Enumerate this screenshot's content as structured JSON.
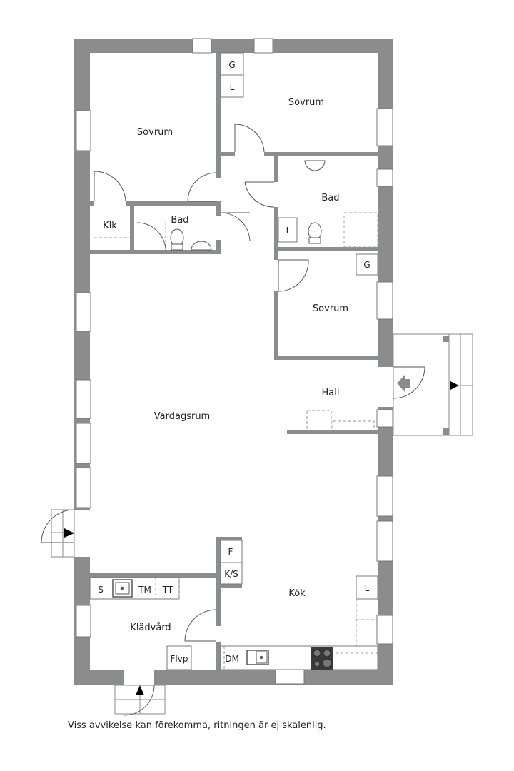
{
  "floorplan": {
    "colors": {
      "wall": "#8a8c8e",
      "line": "#555555",
      "dash": "#9a9a9a",
      "stove": "#3a3a3a"
    },
    "rooms": {
      "sovrum_nw": "Sovrum",
      "sovrum_ne": "Sovrum",
      "sovrum_e": "Sovrum",
      "klk": "Klk",
      "bad_small": "Bad",
      "bad_large": "Bad",
      "hall": "Hall",
      "vardagsrum": "Vardagsrum",
      "kok": "Kök",
      "kladvard": "Klädvård"
    },
    "fixtures": {
      "g_top": "G",
      "l_top": "L",
      "l_bad": "L",
      "g_sovrum": "G",
      "f": "F",
      "ks": "K/S",
      "l_kok": "L",
      "s": "S",
      "tm": "TM",
      "tt": "TT",
      "flvp": "Flvp",
      "dm": "DM"
    }
  },
  "footer": {
    "note": "Viss avvikelse kan förekomma, ritningen är ej skalenlig."
  }
}
